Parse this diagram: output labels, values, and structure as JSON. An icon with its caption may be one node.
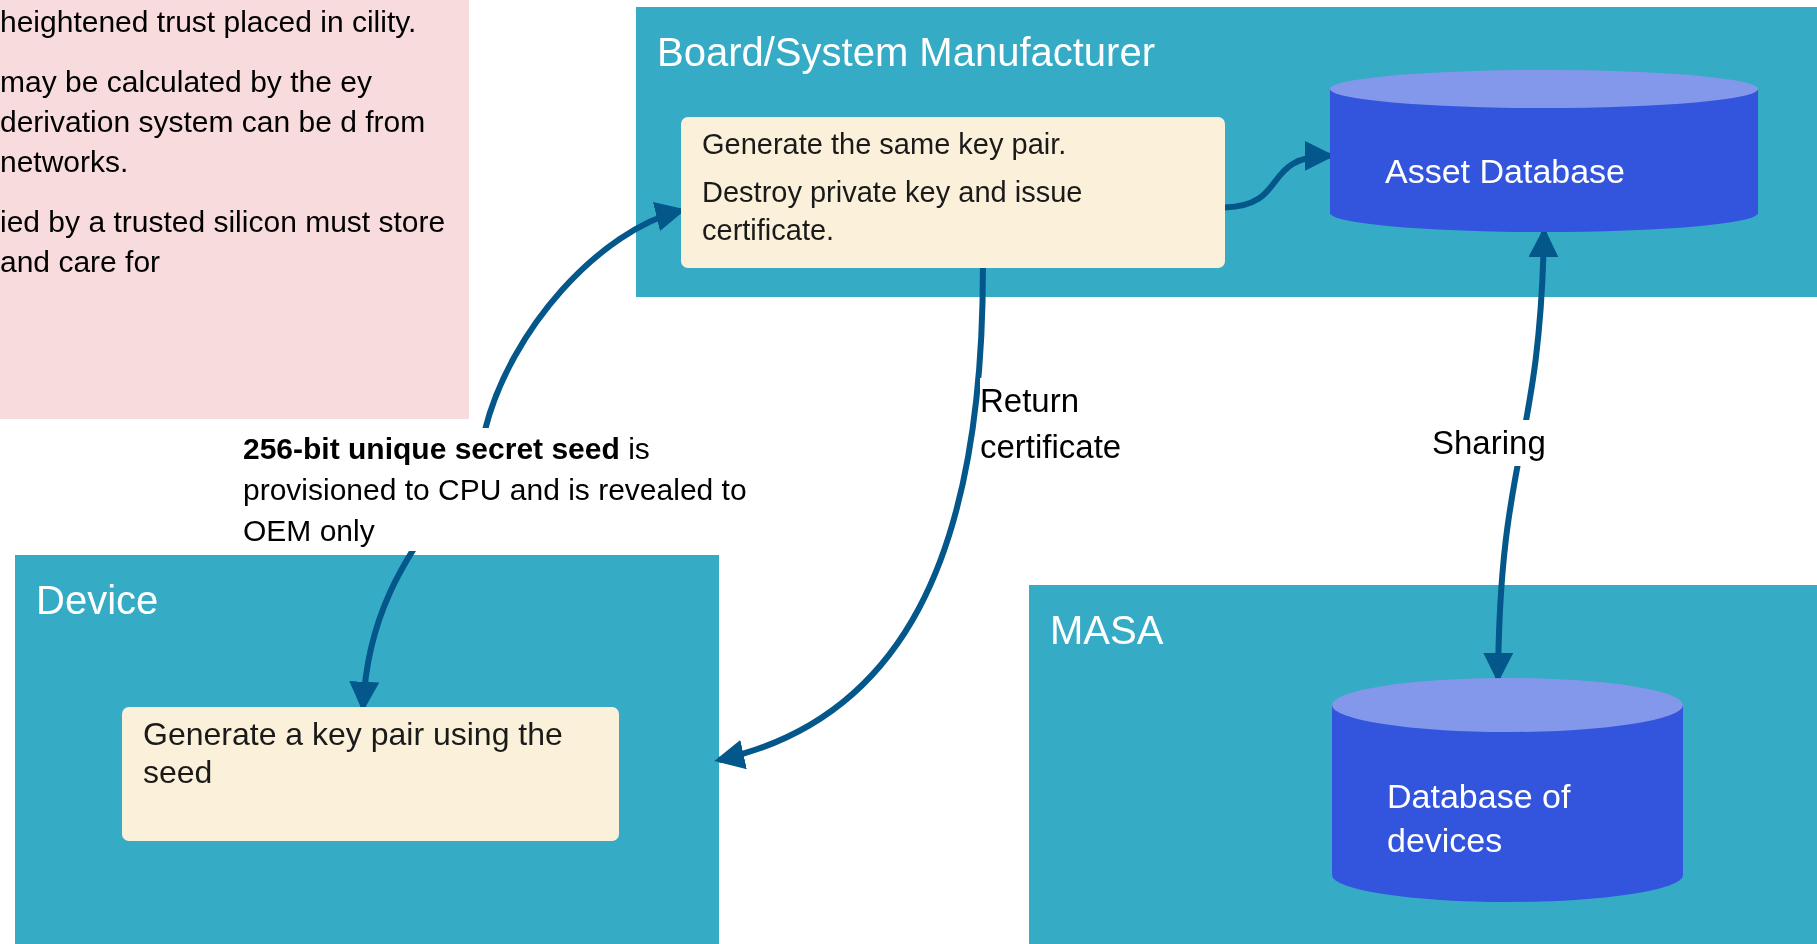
{
  "diagram": {
    "nodes": [
      {
        "text": [
          "heightened trust placed in cility.",
          "may be calculated by the ey derivation system can be d from networks.",
          "ied by a trusted silicon must store and care for"
        ]
      },
      {
        "text": [
          "Board/System Manufacturer"
        ]
      },
      {
        "text": [
          "Generate the same key pair.",
          "Destroy private key and issue certificate."
        ],
        "in": 1
      },
      {
        "text": [
          "Asset Database"
        ],
        "in": 1
      },
      {
        "text": [
          "Device"
        ]
      },
      {
        "text": [
          "Generate a key pair using the seed"
        ],
        "in": 4
      },
      {
        "text": [
          "MASA"
        ]
      },
      {
        "text": [
          "Database of devices"
        ],
        "in": 6
      }
    ],
    "edges": [
      {
        "from": 2,
        "to": 5,
        "arrow": "both",
        "label": "**256-bit unique secret seed** is provisioned to CPU and is revealed to OEM only"
      },
      {
        "from": 2,
        "to": 4,
        "arrow": "to",
        "label": "Return certificate"
      },
      {
        "from": 2,
        "to": 3,
        "arrow": "to"
      },
      {
        "from": 3,
        "to": 7,
        "arrow": "both",
        "label": "Sharing"
      }
    ]
  }
}
